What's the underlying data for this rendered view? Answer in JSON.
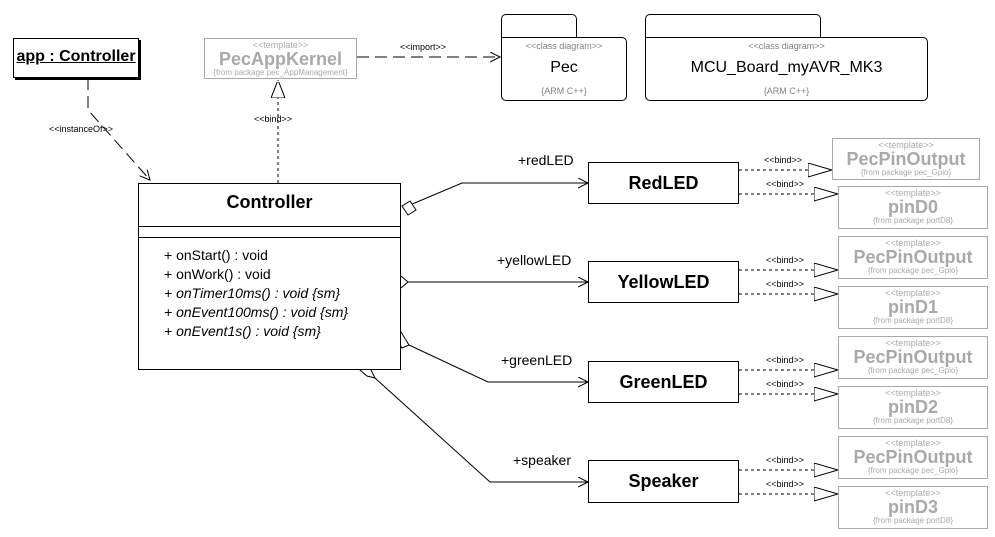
{
  "instance": {
    "name": "app : Controller"
  },
  "kernel_template": {
    "stereotype": "<<template>>",
    "name": "PecAppKernel",
    "from": "{from package pec_AppManagement}"
  },
  "packages": [
    {
      "stereotype": "<<class diagram>>",
      "name": "Pec",
      "language": "{ARM C++}"
    },
    {
      "stereotype": "<<class diagram>>",
      "name": "MCU_Board_myAVR_MK3",
      "language": "{ARM C++}"
    }
  ],
  "relations": {
    "import": "<<import>>",
    "instance_of": "<<instanceOf>>",
    "bind": "<<bind>>"
  },
  "controller": {
    "name": "Controller",
    "operations": [
      {
        "text": "+ onStart() : void",
        "italic": false
      },
      {
        "text": "+ onWork() : void",
        "italic": false
      },
      {
        "text": "+ onTimer10ms() : void {sm}",
        "italic": true
      },
      {
        "text": "+ onEvent100ms() : void {sm}",
        "italic": true
      },
      {
        "text": "+ onEvent1s() : void {sm}",
        "italic": true
      }
    ]
  },
  "parts": [
    {
      "role": "+redLED",
      "name": "RedLED",
      "output_template": {
        "stereotype": "<<template>>",
        "name": "PecPinOutput",
        "from": "{from package pec_Gpio}"
      },
      "pin_template": {
        "stereotype": "<<template>>",
        "name": "pinD0",
        "from": "{from package portD8}"
      }
    },
    {
      "role": "+yellowLED",
      "name": "YellowLED",
      "output_template": {
        "stereotype": "<<template>>",
        "name": "PecPinOutput",
        "from": "{from package pec_Gpio}"
      },
      "pin_template": {
        "stereotype": "<<template>>",
        "name": "pinD1",
        "from": "{from package portD8}"
      }
    },
    {
      "role": "+greenLED",
      "name": "GreenLED",
      "output_template": {
        "stereotype": "<<template>>",
        "name": "PecPinOutput",
        "from": "{from package pec_Gpio}"
      },
      "pin_template": {
        "stereotype": "<<template>>",
        "name": "pinD2",
        "from": "{from package portD8}"
      }
    },
    {
      "role": "+speaker",
      "name": "Speaker",
      "output_template": {
        "stereotype": "<<template>>",
        "name": "PecPinOutput",
        "from": "{from package pec_Gpio}"
      },
      "pin_template": {
        "stereotype": "<<template>>",
        "name": "pinD3",
        "from": "{from package portD8}"
      }
    }
  ]
}
